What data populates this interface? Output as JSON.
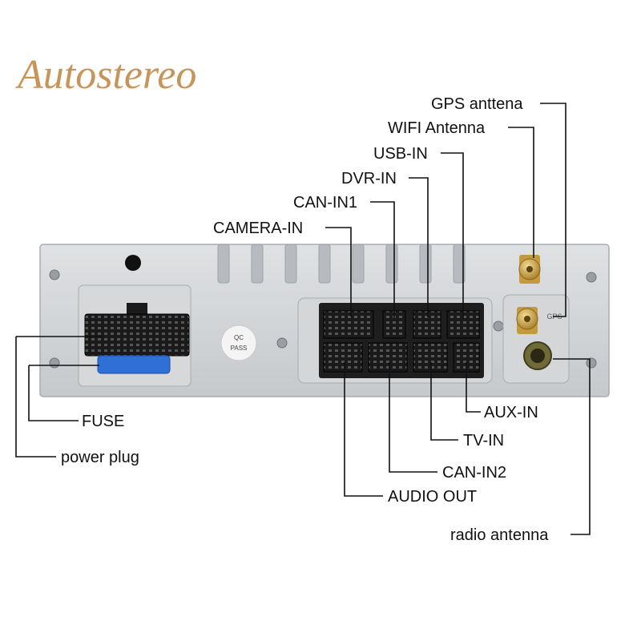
{
  "brand": {
    "name": "Autostereo",
    "color": "#c9945a"
  },
  "stamp": {
    "line1": "QC",
    "line2": "PASS"
  },
  "antenna_mark": "GPS",
  "labels": {
    "gps_antenna": "GPS anttena",
    "wifi_antenna": "WIFI Antenna",
    "usb_in": "USB-IN",
    "dvr_in": "DVR-IN",
    "can_in1": "CAN-IN1",
    "camera_in": "CAMERA-IN",
    "fuse": "FUSE",
    "power_plug": "power plug",
    "aux_in": "AUX-IN",
    "tv_in": "TV-IN",
    "can_in2": "CAN-IN2",
    "audio_out": "AUDIO OUT",
    "radio_antenna": "radio antenna"
  },
  "colors": {
    "panel": "#cdd0d3",
    "connector_block": "#1e1e1e",
    "fuse": "#2f6fd6",
    "antenna_connector": "#c8a04a",
    "label_text": "#111111"
  }
}
